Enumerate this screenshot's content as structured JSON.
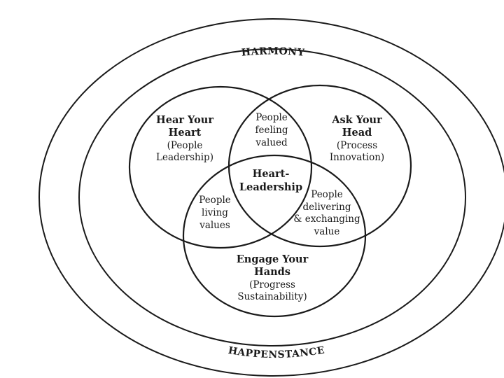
{
  "outer_labels": {
    "top": "HARMONY",
    "bottom": "HAPPENSTANCE"
  },
  "circles": {
    "heart": {
      "title_line1": "Hear Your",
      "title_line2": "Heart",
      "sub_line1": "(People",
      "sub_line2": "Leadership)"
    },
    "head": {
      "title_line1": "Ask Your",
      "title_line2": "Head",
      "sub_line1": "(Process",
      "sub_line2": "Innovation)"
    },
    "hands": {
      "title_line1": "Engage Your",
      "title_line2": "Hands",
      "sub_line1": "(Progress",
      "sub_line2": "Sustainability)"
    }
  },
  "intersections": {
    "heart_head": [
      "People",
      "feeling",
      "valued"
    ],
    "heart_hands": [
      "People",
      "living",
      "values"
    ],
    "head_hands": [
      "People",
      "delivering",
      "& exchanging",
      "value"
    ],
    "center": [
      "Heart-",
      "Leadership"
    ]
  }
}
